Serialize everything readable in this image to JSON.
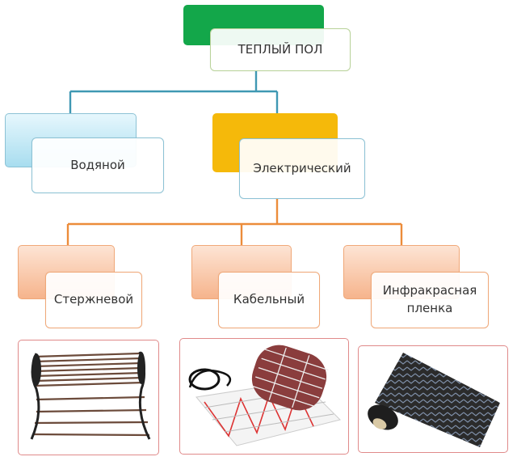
{
  "root": {
    "label": "ТЕПЛЫЙ ПОЛ"
  },
  "level1": {
    "water": {
      "label": "Водяной"
    },
    "electric": {
      "label": "Электрический"
    }
  },
  "level2": {
    "rod": {
      "label": "Стержневой"
    },
    "cable": {
      "label": "Кабельный"
    },
    "film": {
      "label": "Инфракрасная\nпленка"
    }
  },
  "colors": {
    "root_accent": "#13a74a",
    "water_accent": "#b8e6f5",
    "electric_accent": "#f5b90a",
    "leaf_accent": "#f6b48c",
    "line_blue": "#3f98b3",
    "line_orange": "#ec8c3a",
    "front_border_green": "#b9d39a",
    "front_border_blue": "#8cc2d5",
    "front_border_orange": "#f0a878",
    "image_frame": "#e08a8a"
  },
  "images": {
    "rod": "rod-heating-mat-image",
    "cable": "cable-heating-mat-roll-image",
    "film": "infrared-film-roll-image"
  }
}
